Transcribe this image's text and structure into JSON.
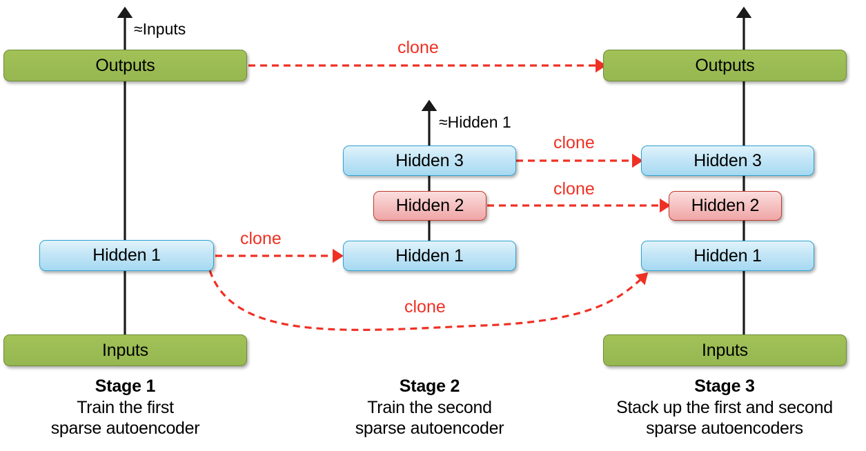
{
  "diagram": {
    "title": "Training stages of a stacked sparse autoencoder",
    "colors": {
      "green_fill": "#9cbd55",
      "green_border": "#6f8b36",
      "blue_fill": "#c6e7f7",
      "blue_border": "#2ca3d3",
      "pink_fill": "#f6c4c4",
      "pink_border": "#c0392b",
      "clone_red": "#ef3124",
      "flow_black": "#1a1a1a",
      "background": "#ffffff"
    }
  },
  "stages": [
    {
      "id": "stage-1",
      "title": "Stage 1",
      "subtitle_line1": "Train the first",
      "subtitle_line2": "sparse autoencoder",
      "nodes": [
        {
          "id": "s1-outputs",
          "label": "Outputs",
          "kind": "green"
        },
        {
          "id": "s1-hidden-1",
          "label": "Hidden 1",
          "kind": "blue"
        },
        {
          "id": "s1-inputs",
          "label": "Inputs",
          "kind": "green"
        }
      ],
      "flow_label": "≈Inputs"
    },
    {
      "id": "stage-2",
      "title": "Stage 2",
      "subtitle_line1": "Train the second",
      "subtitle_line2": "sparse autoencoder",
      "nodes": [
        {
          "id": "s2-hidden-3",
          "label": "Hidden 3",
          "kind": "blue"
        },
        {
          "id": "s2-hidden-2",
          "label": "Hidden 2",
          "kind": "pink"
        },
        {
          "id": "s2-hidden-1",
          "label": "Hidden 1",
          "kind": "blue"
        }
      ],
      "flow_label": "≈Hidden 1"
    },
    {
      "id": "stage-3",
      "title": "Stage 3",
      "subtitle_line1": "Stack up the first and second",
      "subtitle_line2": "sparse autoencoders",
      "nodes": [
        {
          "id": "s3-outputs",
          "label": "Outputs",
          "kind": "green"
        },
        {
          "id": "s3-hidden-3",
          "label": "Hidden 3",
          "kind": "blue"
        },
        {
          "id": "s3-hidden-2",
          "label": "Hidden 2",
          "kind": "pink"
        },
        {
          "id": "s3-hidden-1",
          "label": "Hidden 1",
          "kind": "blue"
        },
        {
          "id": "s3-inputs",
          "label": "Inputs",
          "kind": "green"
        }
      ]
    }
  ],
  "clone_arrows": [
    {
      "id": "clone-outputs",
      "label": "clone",
      "from": "s1-outputs",
      "to": "s3-outputs"
    },
    {
      "id": "clone-hidden3",
      "label": "clone",
      "from": "s2-hidden-3",
      "to": "s3-hidden-3"
    },
    {
      "id": "clone-hidden2",
      "label": "clone",
      "from": "s2-hidden-2",
      "to": "s3-hidden-2"
    },
    {
      "id": "clone-hidden1-s1-s2",
      "label": "clone",
      "from": "s1-hidden-1",
      "to": "s2-hidden-1"
    },
    {
      "id": "clone-hidden1-s1-s3",
      "label": "clone",
      "from": "s1-hidden-1",
      "to": "s3-hidden-1"
    }
  ]
}
